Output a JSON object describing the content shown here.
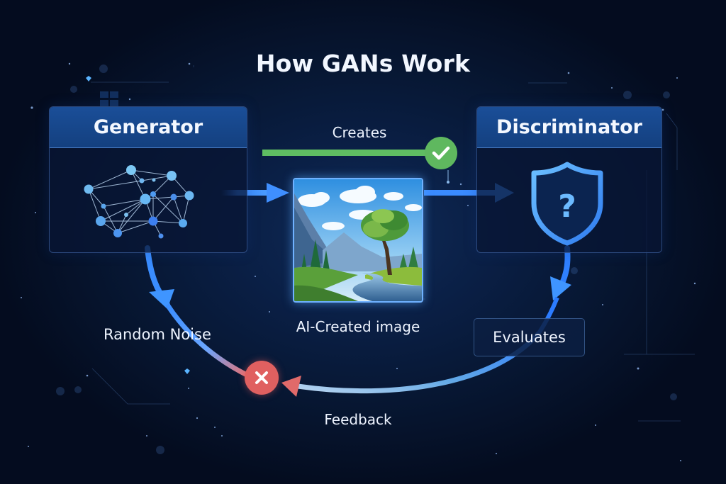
{
  "title": "How GANs Work",
  "generator": {
    "header": "Generator",
    "icon": "neural-network-icon"
  },
  "discriminator": {
    "header": "Discriminator",
    "icon": "shield-question-icon",
    "icon_glyph": "?"
  },
  "creates": {
    "label": "Creates",
    "badge_icon": "checkmark-icon",
    "color": "#5fb85f"
  },
  "image": {
    "caption": "AI-Created image",
    "description": "landscape with tree, mountains, river"
  },
  "random_noise": {
    "label": "Random Noise"
  },
  "evaluates": {
    "label": "Evaluates"
  },
  "feedback": {
    "label": "Feedback",
    "badge_icon": "x-icon",
    "color": "#e06060"
  },
  "colors": {
    "background": "#071733",
    "panel_header": "#1a4e98",
    "accent_blue": "#3d8bff",
    "success": "#5fb85f",
    "error": "#e06060"
  }
}
